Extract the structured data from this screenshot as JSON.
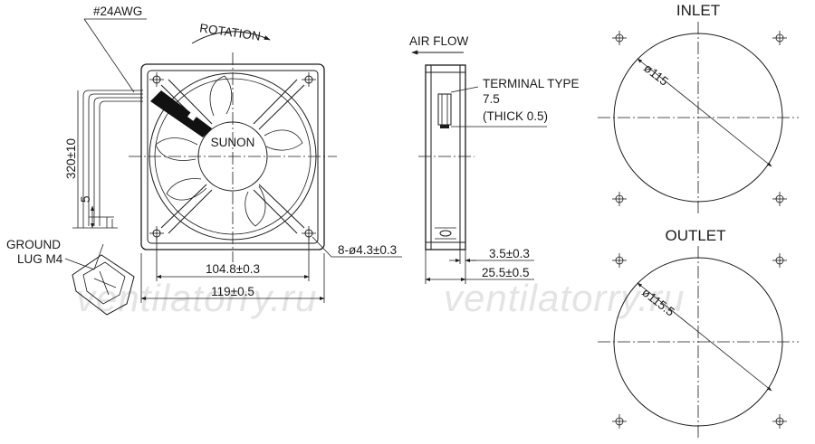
{
  "labels": {
    "wire_gauge": "#24AWG",
    "rotation": "ROTATION",
    "air_flow": "AIR FLOW",
    "terminal_line1": "TERMINAL TYPE",
    "terminal_line2": "7.5",
    "terminal_line3": "(THICK 0.5)",
    "brand": "SUNON",
    "lead_length": "320±10",
    "strip_length": "5",
    "ground_line1": "GROUND",
    "ground_line2": "LUG M4",
    "holes": "8-ø4.3±0.3",
    "hole_pitch": "104.8±0.3",
    "frame_width": "119±0.5",
    "flange": "3.5±0.3",
    "depth": "25.5±0.5",
    "inlet": "INLET",
    "outlet": "OUTLET",
    "inlet_dia": "ø115",
    "outlet_dia": "ø115.5"
  },
  "watermark": "ventilatorry.ru"
}
